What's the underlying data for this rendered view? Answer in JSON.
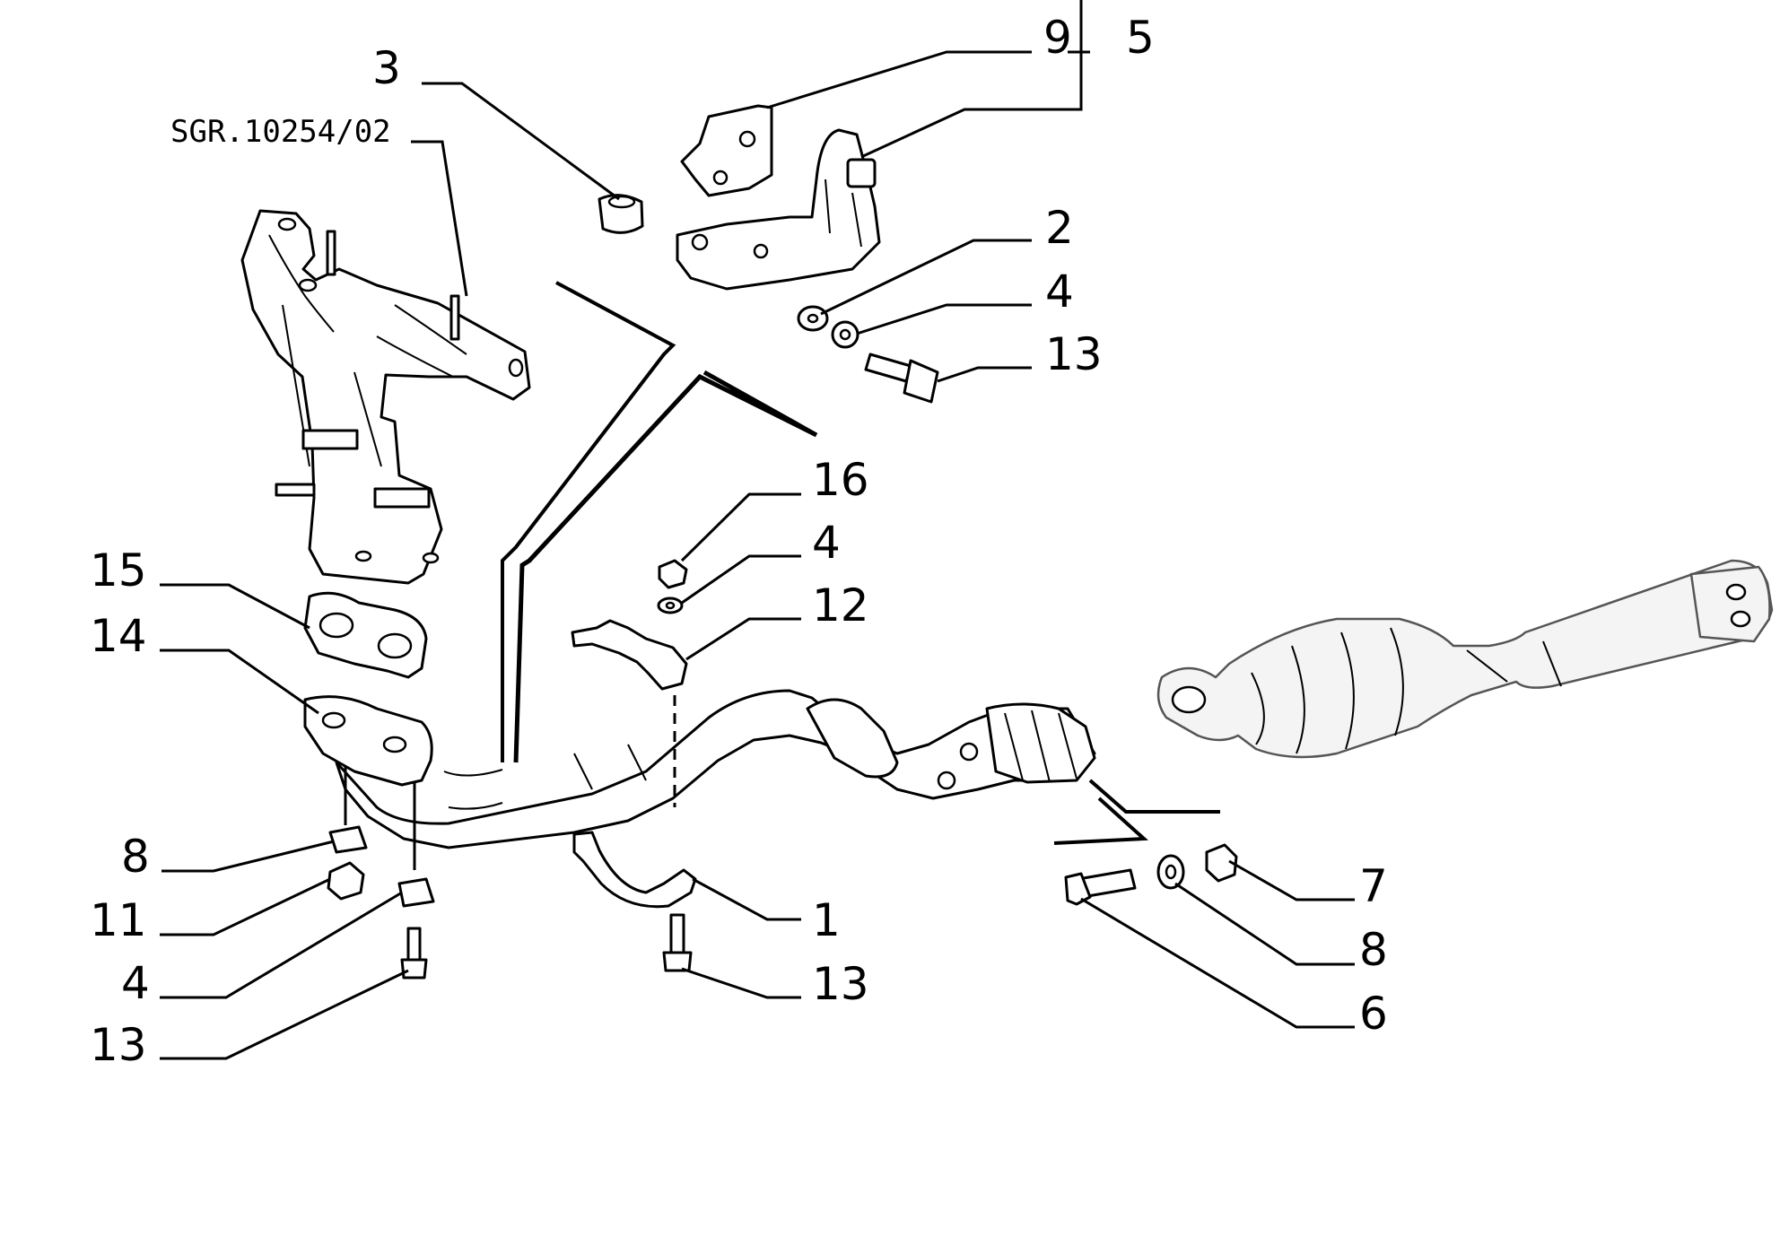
{
  "diagram": {
    "drawing_ref": "SGR.10254/02",
    "callouts": {
      "c1": "1",
      "c2": "2",
      "c3": "3",
      "c4_top": "4",
      "c4_mid": "4",
      "c4_left": "4",
      "c5": "5",
      "c6": "6",
      "c7": "7",
      "c8_left": "8",
      "c8_right": "8",
      "c9": "9",
      "c11": "11",
      "c12": "12",
      "c13_top": "13",
      "c13_clamp": "13",
      "c13_left": "13",
      "c14": "14",
      "c15": "15",
      "c16": "16"
    }
  }
}
